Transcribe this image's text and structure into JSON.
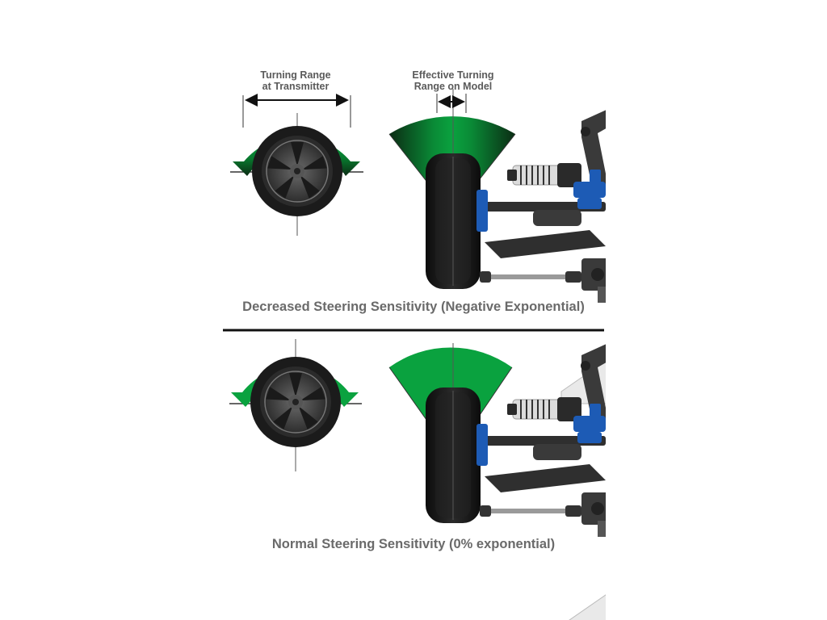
{
  "top_panel": {
    "transmitter_label_line1": "Turning Range",
    "transmitter_label_line2": "at Transmitter",
    "model_label_line1": "Effective Turning",
    "model_label_line2": "Range on Model",
    "caption": "Decreased Steering Sensitivity (Negative Exponential)"
  },
  "bottom_panel": {
    "caption": "Normal Steering Sensitivity (0% exponential)"
  },
  "colors": {
    "green": "#0aa23f",
    "dark_green": "#0b2c14",
    "tire": "#1b1b1b",
    "rim": "#4a4a4a",
    "chassis": "#3c3c3c",
    "suspension_blue": "#1d5bb5",
    "divider": "#111111",
    "caption_text": "#6a6a6a"
  },
  "icons": {
    "wheel_front": "wheel-front-icon",
    "tire_side": "tire-side-icon",
    "suspension": "suspension-icon",
    "steering_arrow": "curved-arrow-icon"
  }
}
